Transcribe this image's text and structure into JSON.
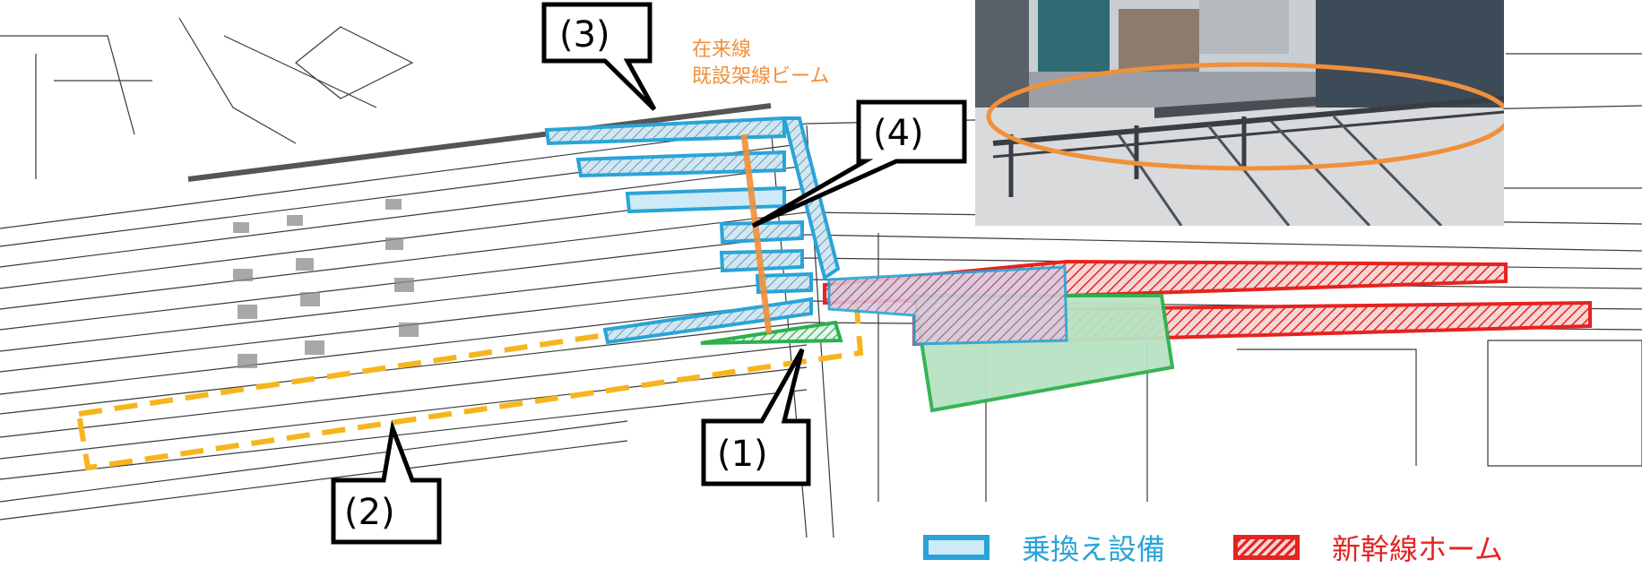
{
  "callouts": {
    "c1": "(1)",
    "c2": "(2)",
    "c3": "(3)",
    "c4": "(4)"
  },
  "beam_label": {
    "line1": "在来線",
    "line2": "既設架線ビーム"
  },
  "legend": {
    "transfer": {
      "label": "乗換え設備",
      "color": "#2aa4d8",
      "fill": "#cdeaf7"
    },
    "shinkansen": {
      "label": "新幹線ホーム",
      "color": "#e6231f"
    }
  },
  "colors": {
    "orange_beam": "#f0903a",
    "yellow_dash": "#f6b51d",
    "green": "#2db04e",
    "green_fill": "#b7e3c2"
  },
  "photo": {
    "icon": "station-photo",
    "highlight": "overhead-beam-ellipse"
  }
}
